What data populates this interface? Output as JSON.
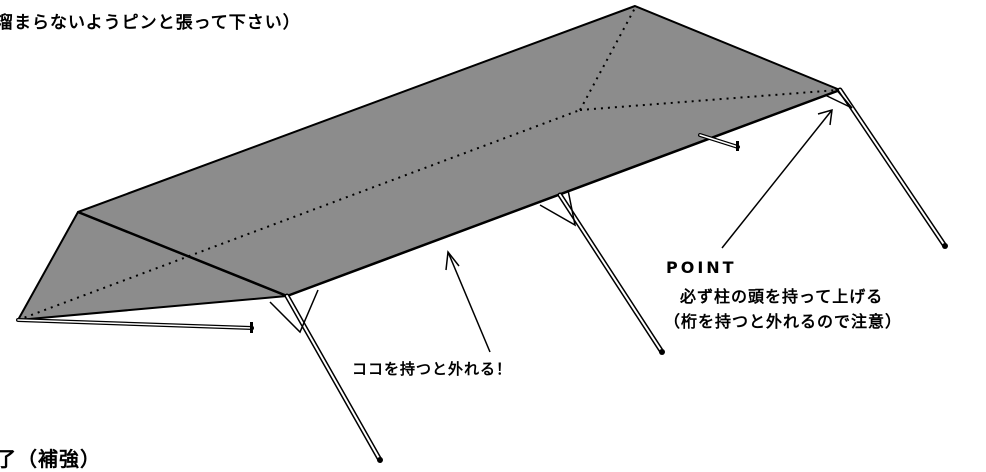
{
  "labels": {
    "top_instruction": "溜まらないようピンと張って下さい）",
    "point_heading": "POINT",
    "point_line1": "必ず柱の頭を持って上げる",
    "point_line2": "（桁を持つと外れるので注意）",
    "mid_warning": "ココを持つと外れる！",
    "bottom_heading": "了（補強）"
  },
  "colors": {
    "roof_fill": "#8c8c8c",
    "line": "#000000",
    "background": "#ffffff"
  }
}
